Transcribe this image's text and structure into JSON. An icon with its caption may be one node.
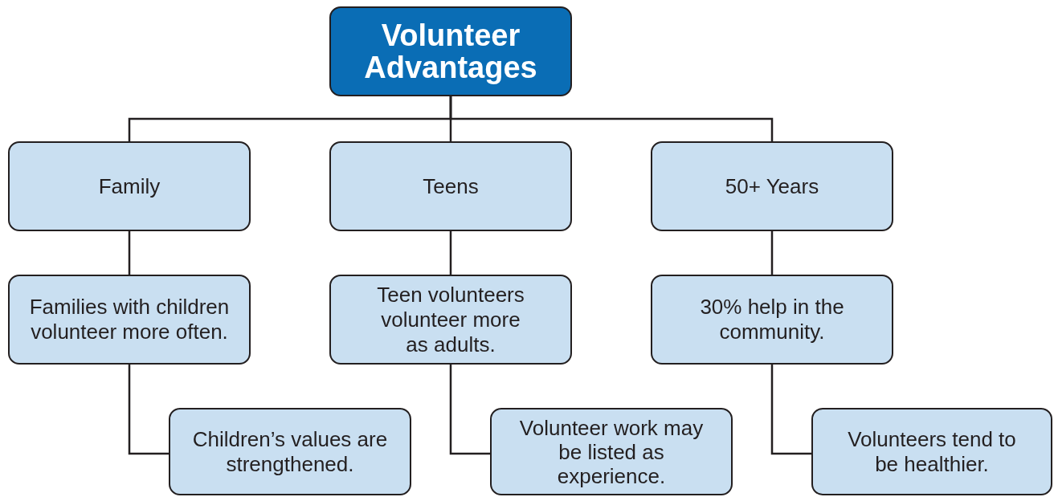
{
  "diagram": {
    "nodes": [
      {
        "text": [
          "Volunteer Advantages"
        ]
      },
      {
        "text": [
          "Family"
        ]
      },
      {
        "text": [
          "Teens"
        ]
      },
      {
        "text": [
          "50+ Years"
        ]
      },
      {
        "text": [
          "Families with children volunteer more often."
        ]
      },
      {
        "text": [
          "Teen volunteers volunteer more as adults."
        ]
      },
      {
        "text": [
          "30% help in the community."
        ]
      },
      {
        "text": [
          "Children’s values are strengthened."
        ]
      },
      {
        "text": [
          "Volunteer work may be listed as experience."
        ]
      },
      {
        "text": [
          "Volunteers tend to be healthier."
        ]
      }
    ],
    "edges": [
      {
        "from": 0,
        "to": 1,
        "arrow": "none"
      },
      {
        "from": 0,
        "to": 2,
        "arrow": "none"
      },
      {
        "from": 0,
        "to": 3,
        "arrow": "none"
      },
      {
        "from": 1,
        "to": 4,
        "arrow": "none"
      },
      {
        "from": 2,
        "to": 5,
        "arrow": "none"
      },
      {
        "from": 3,
        "to": 6,
        "arrow": "none"
      },
      {
        "from": 4,
        "to": 7,
        "arrow": "none"
      },
      {
        "from": 5,
        "to": 8,
        "arrow": "none"
      },
      {
        "from": 6,
        "to": 9,
        "arrow": "none"
      }
    ]
  }
}
